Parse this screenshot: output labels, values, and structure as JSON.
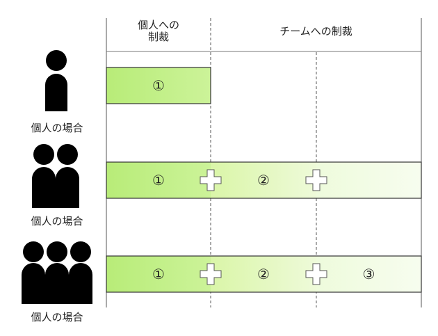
{
  "header": {
    "individual_line1": "個人への",
    "individual_line2": "制裁",
    "team": "チームへの制裁"
  },
  "rows": [
    {
      "caption": "個人の場合",
      "people": 1,
      "segments": [
        "①"
      ]
    },
    {
      "caption": "個人の場合",
      "people": 2,
      "segments": [
        "①",
        "②",
        ""
      ]
    },
    {
      "caption": "個人の場合",
      "people": 3,
      "segments": [
        "①",
        "②",
        "③"
      ]
    }
  ],
  "colors": {
    "segment_1": "#c3f08a",
    "segment_2": "#e6f8c4",
    "segment_3": "#f1fbe3",
    "line": "#555555",
    "person": "#000000"
  }
}
